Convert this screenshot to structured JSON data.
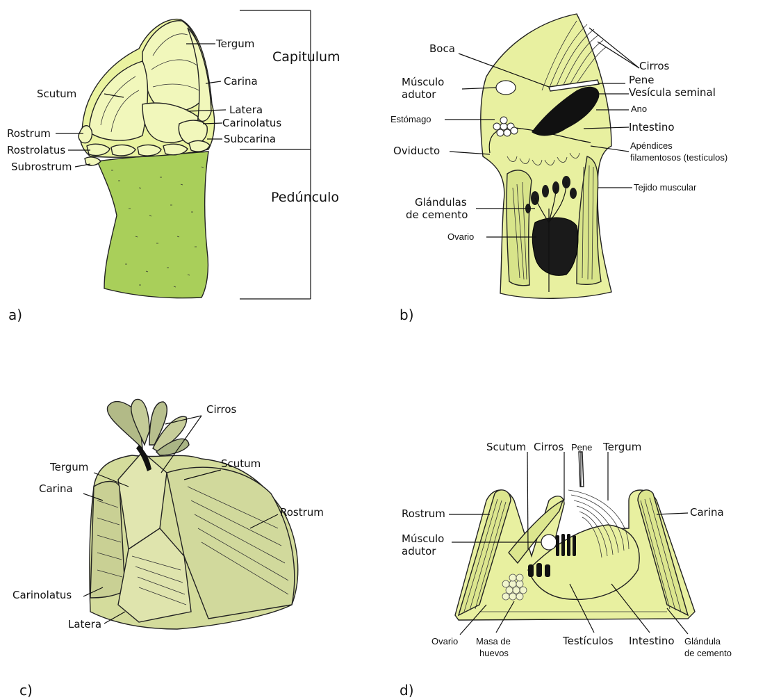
{
  "colors": {
    "shell": "#eaf3a0",
    "shell_light": "#f1f7bb",
    "stalk": "#a9cf5a",
    "body": "#e8f0a0",
    "panel_c": "#d4dc9c",
    "panel_c_dark": "#aab585"
  },
  "panel_a": {
    "letter": "a)",
    "labels": {
      "tergum": "Tergum",
      "scutum": "Scutum",
      "carina": "Carina",
      "latera": "Latera",
      "carinolatus": "Carinolatus",
      "rostrum": "Rostrum",
      "subcarina": "Subcarina",
      "rostrolatus": "Rostrolatus",
      "subrostrum": "Subrostrum",
      "capitulum": "Capitulum",
      "peduncle": "Pedúnculo"
    }
  },
  "panel_b": {
    "letter": "b)",
    "labels": {
      "boca": "Boca",
      "cirros": "Cirros",
      "pene": "Pene",
      "musculo_1": "Músculo",
      "musculo_2": "adutor",
      "vesicula": "Vesícula seminal",
      "ano": "Ano",
      "estomago": "Estómago",
      "intestino": "Intestino",
      "oviducto": "Oviducto",
      "apendices_1": "Apéndices",
      "apendices_2": "filamentosos (testículos)",
      "tejido": "Tejido muscular",
      "glandulas_1": "Glándulas",
      "glandulas_2": "de cemento",
      "ovario": "Ovario"
    }
  },
  "panel_c": {
    "letter": "c)",
    "labels": {
      "cirros": "Cirros",
      "tergum": "Tergum",
      "scutum": "Scutum",
      "carina": "Carina",
      "rostrum": "Rostrum",
      "carinolatus": "Carinolatus",
      "latera": "Latera"
    }
  },
  "panel_d": {
    "letter": "d)",
    "labels": {
      "scutum": "Scutum",
      "cirros": "Cirros",
      "pene": "Pene",
      "tergum": "Tergum",
      "rostrum": "Rostrum",
      "carina": "Carina",
      "musculo_1": "Músculo",
      "musculo_2": "adutor",
      "ovario": "Ovario",
      "masa_1": "Masa de",
      "masa_2": "huevos",
      "testiculos": "Testículos",
      "intestino": "Intestino",
      "glandula_1": "Glándula",
      "glandula_2": "de cemento"
    }
  }
}
